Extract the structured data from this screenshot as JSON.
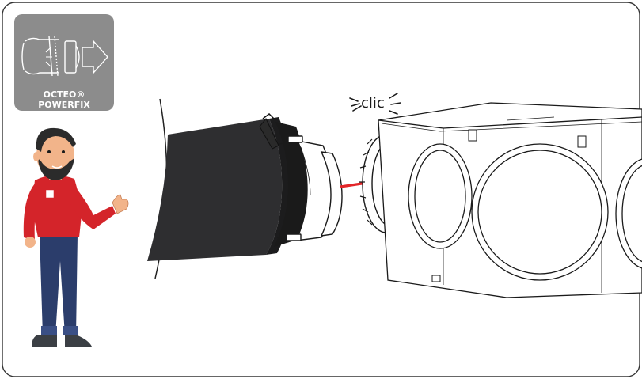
{
  "badge": {
    "line1": "OCTEO®",
    "line2": "POWERFIX"
  },
  "annotation": {
    "clic": "clic"
  },
  "colors": {
    "badge_bg": "#8c8c8c",
    "arrow": "#e32629",
    "shirt": "#d4242a",
    "jeans": "#2b3d6b",
    "duct": "#2e2e30"
  }
}
